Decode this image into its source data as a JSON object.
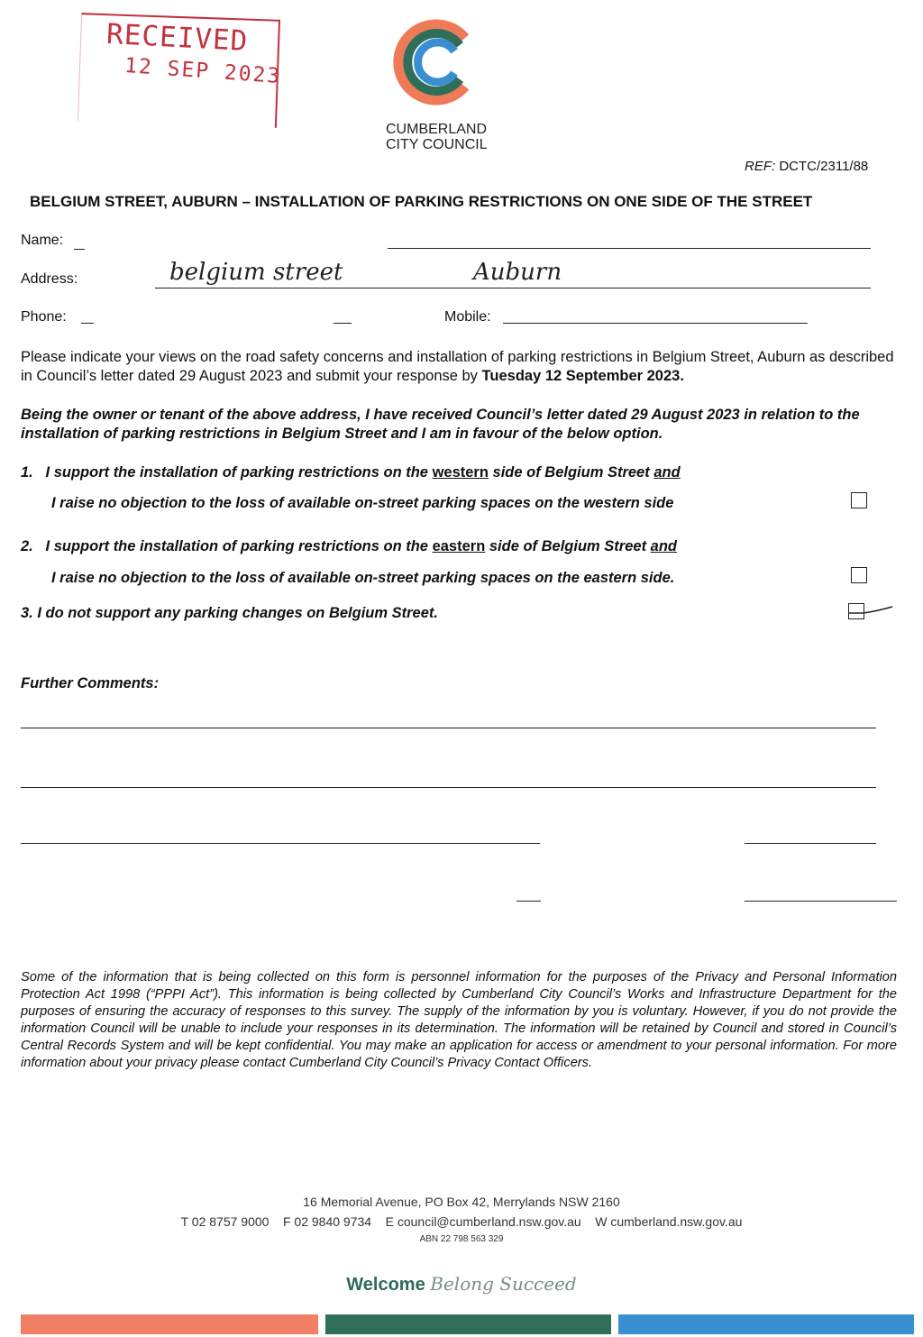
{
  "stamp": {
    "title": "RECEIVED",
    "date": "12 SEP 2023"
  },
  "logo": {
    "line1": "CUMBERLAND",
    "line2": "CITY COUNCIL",
    "colors": [
      "#ef7a57",
      "#2f6f59",
      "#3a8fd0"
    ]
  },
  "ref": {
    "prefix": "REF:",
    "code": "DCTC/2311/88"
  },
  "title": "BELGIUM STREET, AUBURN – INSTALLATION OF PARKING RESTRICTIONS ON ONE SIDE OF THE STREET",
  "fields": {
    "name_label": "Name:",
    "address_label": "Address:",
    "address_value_1": "belgium street",
    "address_value_2": "Auburn",
    "phone_label": "Phone:",
    "mobile_label": "Mobile:"
  },
  "intro": {
    "text": "Please indicate your views on the road safety concerns and installation of parking restrictions in Belgium Street, Auburn as described in Council’s letter dated 29 August 2023 and submit your response by",
    "deadline": "Tuesday 12 September 2023."
  },
  "declaration": "Being the owner or tenant of the above address, I have received Council’s letter dated 29 August 2023 in relation to the installation of parking restrictions in Belgium Street and I am in favour of the below option.",
  "options": [
    {
      "num": "1.",
      "pre": "I support the installation of parking restrictions on the ",
      "side": "western",
      "post": " side of Belgium Street ",
      "and": "and",
      "line2": "I raise no objection to the loss of available on-street parking spaces on the western side",
      "checked": false
    },
    {
      "num": "2.",
      "pre": "I support the installation of parking restrictions on the ",
      "side": "eastern",
      "post": " side of Belgium Street ",
      "and": "and",
      "line2": "I raise no objection to the loss of available on-street parking spaces on the eastern side.",
      "checked": false
    },
    {
      "num": "3.",
      "text": "I do not support any parking changes on Belgium Street.",
      "checked": true
    }
  ],
  "comments_label": "Further Comments:",
  "privacy": "Some of the information that is being collected on this form is personnel information for the purposes of the Privacy and Personal Information Protection Act 1998 (“PPPI Act”). This information is being collected by Cumberland City Council’s Works and Infrastructure Department for the purposes of ensuring the accuracy of responses to this survey. The supply of the information by you is voluntary. However, if you do not provide the information Council will be unable to include your responses in its determination. The information will be retained by Council and stored in Council’s Central Records System and will be kept confidential. You may make an application for access or amendment to your personal information. For more information about your privacy please contact Cumberland City Council’s Privacy Contact Officers.",
  "footer": {
    "address": "16 Memorial Avenue, PO Box 42, Merrylands NSW 2160",
    "contacts": "T 02 8757 9000    F 02 9840 9734    E council@cumberland.nsw.gov.au    W cumberland.nsw.gov.au",
    "abn": "ABN 22 798 563 329",
    "welcome": "Welcome",
    "tagline": "Belong Succeed"
  },
  "bar_colors": [
    "#f07f63",
    "#2f6f59",
    "#3a8fd0"
  ]
}
